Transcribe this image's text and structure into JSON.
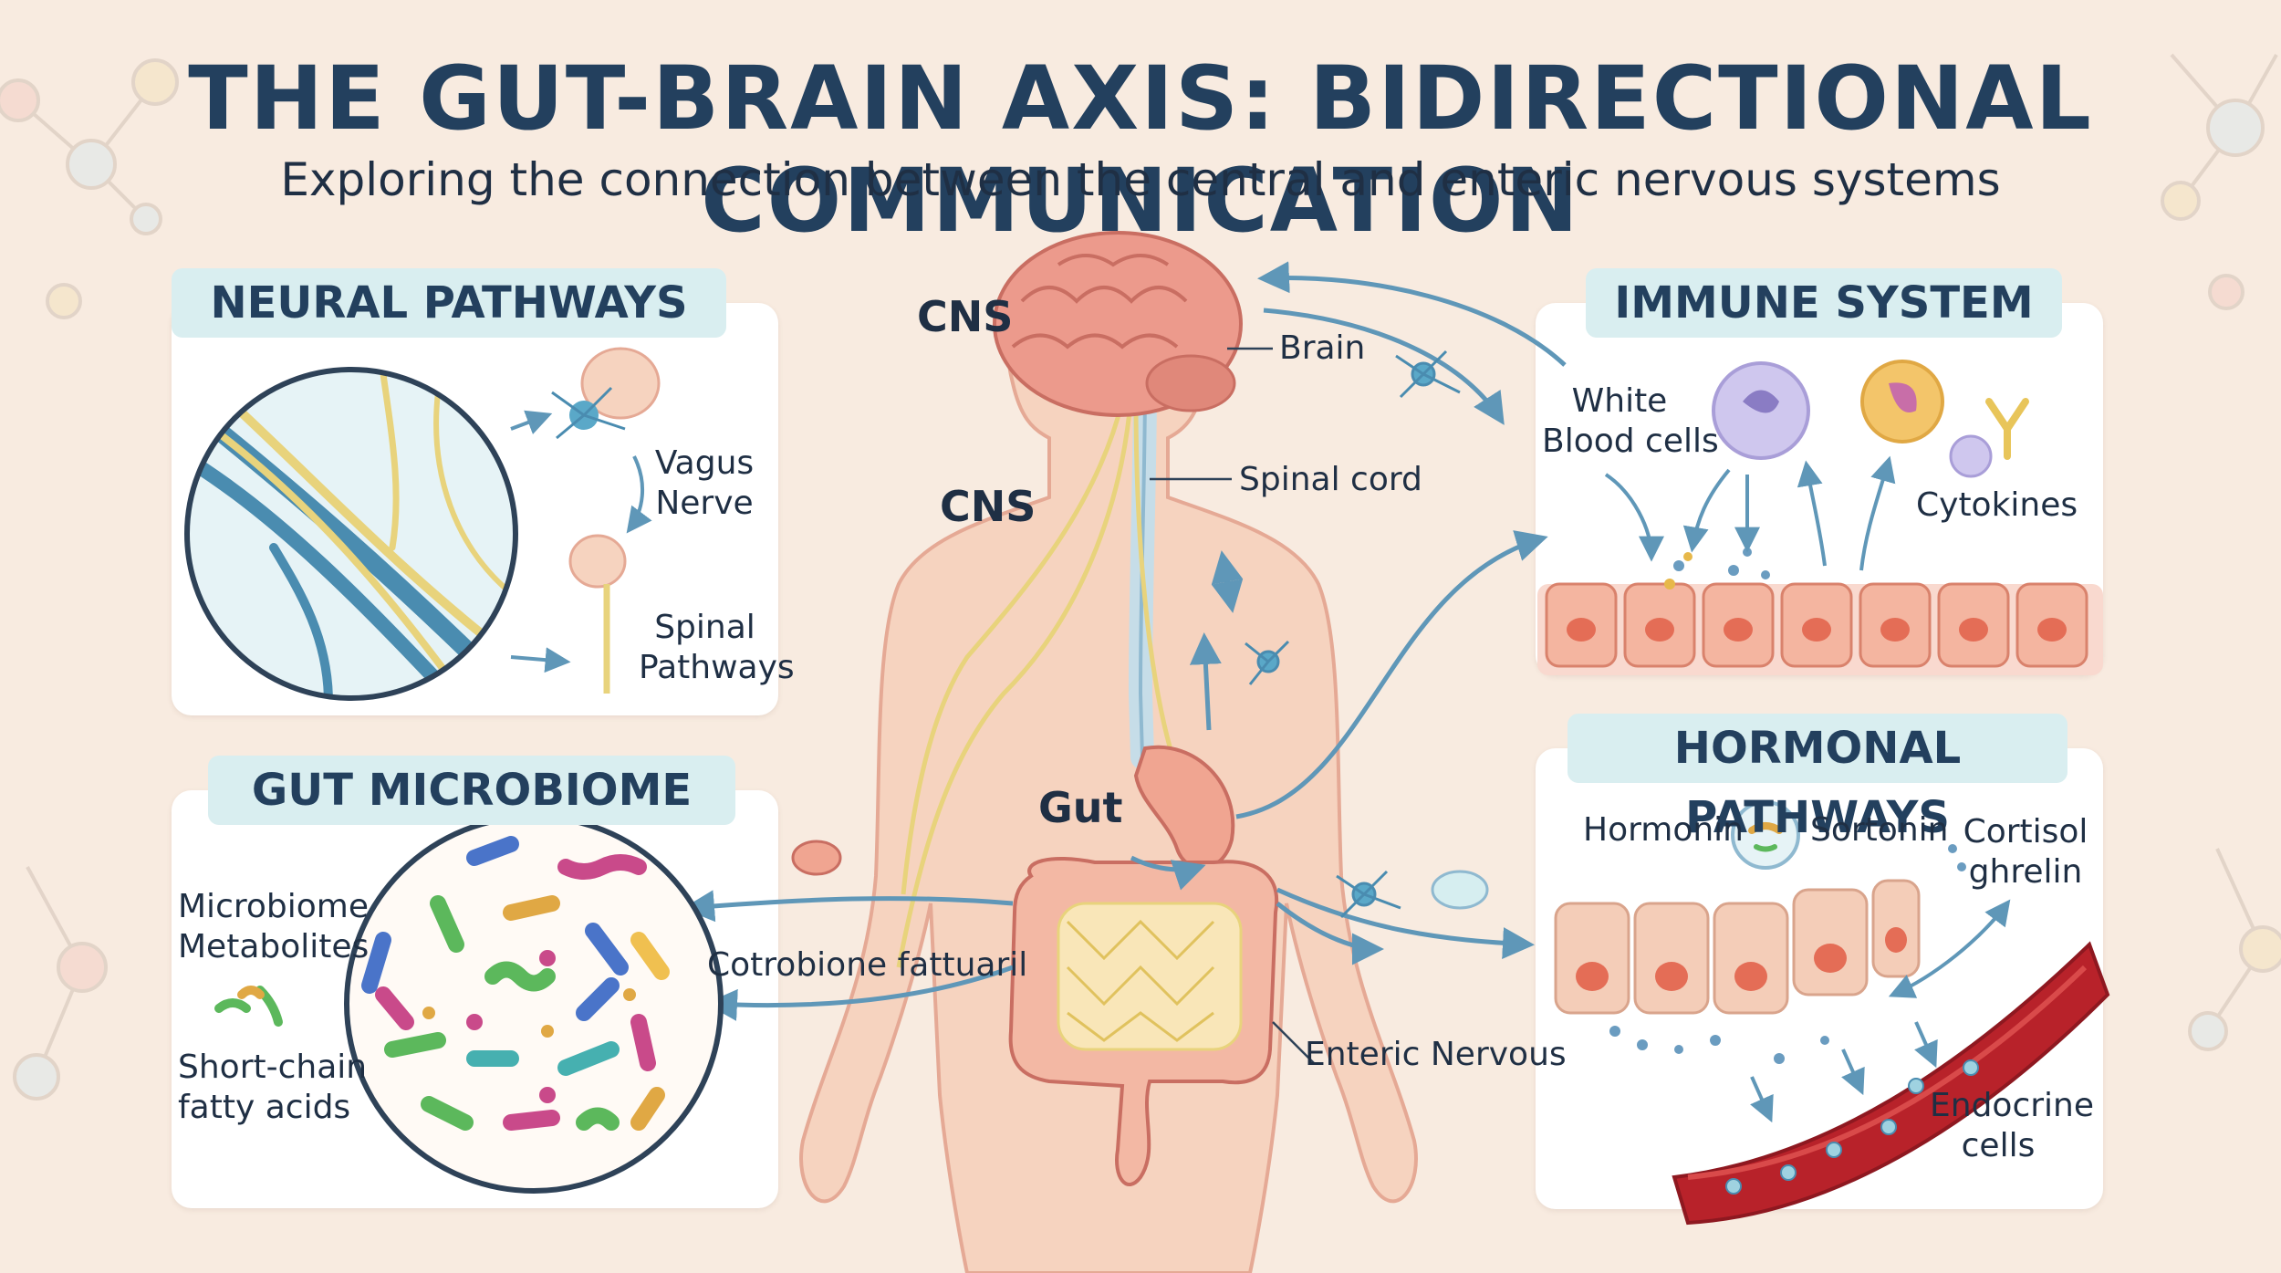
{
  "header": {
    "title": "THE GUT-BRAIN AXIS: BIDIRECTIONAL COMMUNICATION",
    "subtitle": "Exploring the connection between the central and enteric nervous systems"
  },
  "panels": {
    "neural": {
      "title": "NEURAL PATHWAYS",
      "labels": [
        "Vagus\nNerve",
        "Spinal\nPathways"
      ]
    },
    "immune": {
      "title": "IMMUNE SYSTEM",
      "labels": [
        "White\nBlood cells",
        "Cytokines"
      ]
    },
    "microbiome": {
      "title": "GUT MICROBIOME",
      "labels": [
        "Microbiome\nMetabolites",
        "Short-chain\nfatty acids"
      ]
    },
    "hormonal": {
      "title": "HORMONAL PATHWAYS",
      "labels": [
        "Hormonin",
        "Sortonin",
        "Cortisol\nghrelin",
        "Endocrine\ncells"
      ]
    }
  },
  "body": {
    "cns_top": "CNS",
    "cns_mid": "CNS",
    "gut": "Gut",
    "brain": "Brain",
    "spinal_cord": "Spinal cord",
    "enteric": "Enteric Nervous",
    "cotrobione": "Cotrobione fattuaril"
  },
  "colors": {
    "title": "#23405e",
    "tab_bg": "#d9eef0",
    "page_bg": "#f8ebe0",
    "arrow": "#5f97b8",
    "skin": "#f6d3bf",
    "skin_outline": "#e5a995",
    "brain": "#ec9a8c",
    "gut": "#f0a591",
    "nerve": "#e8d37c",
    "blood": "#b8222a"
  }
}
